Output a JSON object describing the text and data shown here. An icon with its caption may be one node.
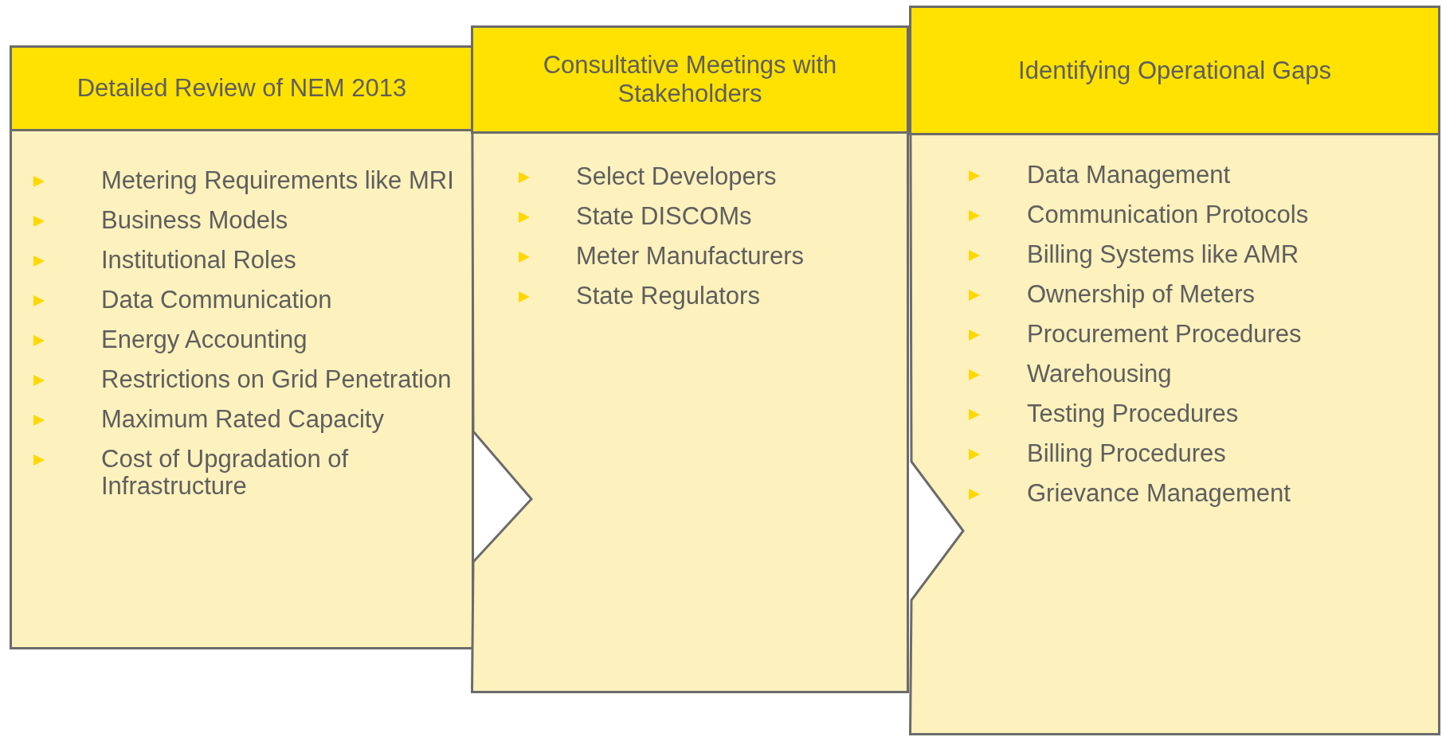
{
  "diagram": {
    "nodes": [
      {
        "text": [
          "Detailed Review of NEM 2013",
          "Metering Requirements like MRI",
          "Business Models",
          "Institutional Roles",
          "Data Communication",
          "Energy Accounting",
          "Restrictions on Grid Penetration",
          "Maximum Rated Capacity",
          "Cost of Upgradation of Infrastructure"
        ]
      },
      {
        "text": [
          "Consultative Meetings with Stakeholders",
          "Select Developers",
          "State DISCOMs",
          "Meter Manufacturers",
          "State Regulators"
        ]
      },
      {
        "text": [
          "Identifying Operational Gaps",
          "Data Management",
          "Communication Protocols",
          "Billing Systems like AMR",
          "Ownership of Meters",
          "Procurement Procedures",
          "Warehousing",
          "Testing Procedures",
          "Billing Procedures",
          "Grievance Management"
        ]
      }
    ]
  }
}
